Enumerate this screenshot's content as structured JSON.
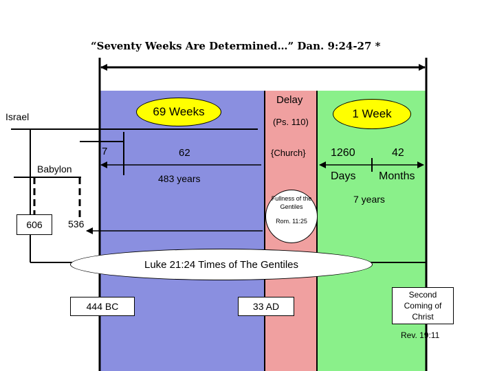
{
  "title": "“Seventy Weeks Are Determined…” Dan. 9:24-27  *",
  "colors": {
    "blue": "#8a8fe0",
    "pink": "#f0a0a0",
    "green": "#8af08a",
    "yellow": "#ffff00"
  },
  "labels": {
    "israel": "Israel",
    "babylon": "Babylon",
    "y606": "606",
    "y536": "536",
    "weeks69": "69 Weeks",
    "seven": "7",
    "sixtytwo": "62",
    "years483": "483 years",
    "delay": "Delay",
    "ps110": "(Ps. 110)",
    "church": "{Church}",
    "fullness": "Fullness of the Gentiles",
    "rom": "Rom. 11:25",
    "week1": "1 Week",
    "d1260": "1260",
    "days": "Days",
    "m42": "42",
    "months": "Months",
    "years7": "7 years",
    "luke": "Luke 21:24  Times of The Gentiles",
    "bc444": "444 BC",
    "ad33": "33 AD",
    "second": "Second Coming of Christ",
    "rev": "Rev. 19:11"
  }
}
